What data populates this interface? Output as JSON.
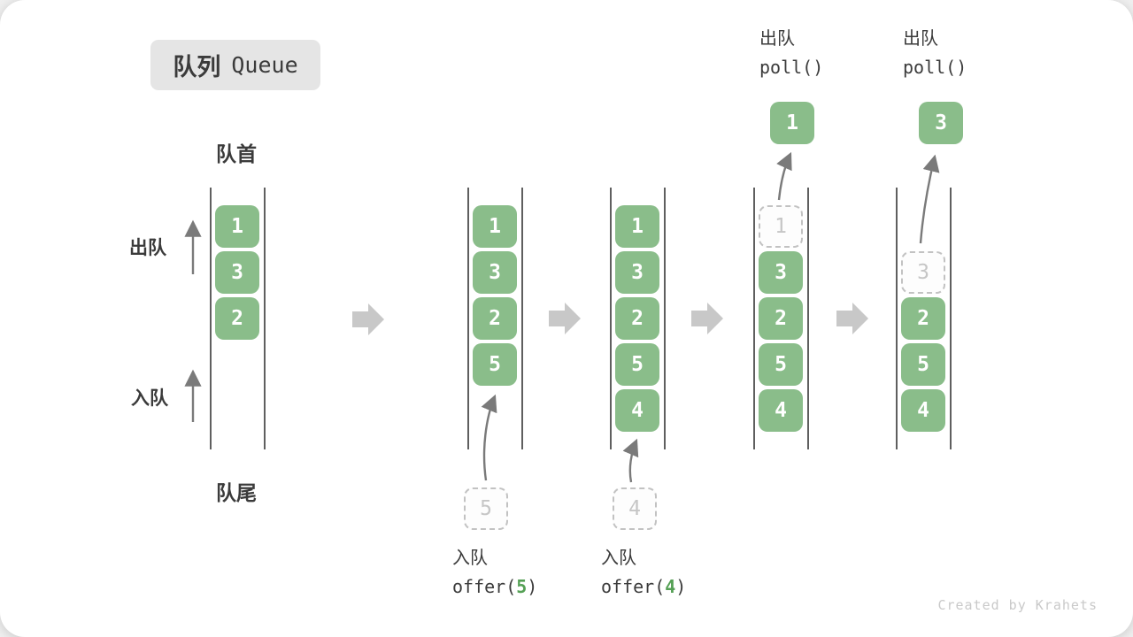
{
  "title": {
    "zh": "队列",
    "en": "Queue"
  },
  "labels": {
    "front": "队首",
    "rear": "队尾",
    "dequeue": "出队",
    "enqueue": "入队"
  },
  "watermark": "Created by Krahets",
  "colors": {
    "green": "#8ABD8A",
    "green_text": "#55A055",
    "ink": "#3B3B3B",
    "rail": "#5F5F5F",
    "thin_arrow": "#7A7A7A",
    "block_arrow": "#C8C8C8",
    "dashed_border": "#C2C2C2",
    "dashed_text": "#C6C6C6",
    "badge_bg": "#E5E5E5",
    "watermark": "#C9C9C9"
  },
  "states": [
    {
      "name": "initial queue",
      "boxes": [
        {
          "value": "1",
          "row": 0,
          "dashed": false
        },
        {
          "value": "3",
          "row": 1,
          "dashed": false
        },
        {
          "value": "2",
          "row": 2,
          "dashed": false
        }
      ]
    },
    {
      "name": "after offer(5)",
      "boxes": [
        {
          "value": "1",
          "row": 0,
          "dashed": false
        },
        {
          "value": "3",
          "row": 1,
          "dashed": false
        },
        {
          "value": "2",
          "row": 2,
          "dashed": false
        },
        {
          "value": "5",
          "row": 3,
          "dashed": false
        }
      ],
      "incoming": {
        "value": "5"
      },
      "op": {
        "zh": "入队",
        "code": [
          "offer(",
          "5",
          ")"
        ]
      }
    },
    {
      "name": "after offer(4)",
      "boxes": [
        {
          "value": "1",
          "row": 0,
          "dashed": false
        },
        {
          "value": "3",
          "row": 1,
          "dashed": false
        },
        {
          "value": "2",
          "row": 2,
          "dashed": false
        },
        {
          "value": "5",
          "row": 3,
          "dashed": false
        },
        {
          "value": "4",
          "row": 4,
          "dashed": false
        }
      ],
      "incoming": {
        "value": "4"
      },
      "op": {
        "zh": "入队",
        "code": [
          "offer(",
          "4",
          ")"
        ]
      }
    },
    {
      "name": "after first poll()",
      "boxes": [
        {
          "value": "1",
          "row": 0,
          "dashed": true
        },
        {
          "value": "3",
          "row": 1,
          "dashed": false
        },
        {
          "value": "2",
          "row": 2,
          "dashed": false
        },
        {
          "value": "5",
          "row": 3,
          "dashed": false
        },
        {
          "value": "4",
          "row": 4,
          "dashed": false
        }
      ],
      "popped": {
        "value": "1"
      },
      "header": {
        "zh": "出队",
        "code": "poll()"
      }
    },
    {
      "name": "after second poll()",
      "boxes": [
        {
          "value": "3",
          "row": 1,
          "dashed": true
        },
        {
          "value": "2",
          "row": 2,
          "dashed": false
        },
        {
          "value": "5",
          "row": 3,
          "dashed": false
        },
        {
          "value": "4",
          "row": 4,
          "dashed": false
        }
      ],
      "popped": {
        "value": "3"
      },
      "header": {
        "zh": "出队",
        "code": "poll()"
      }
    }
  ]
}
